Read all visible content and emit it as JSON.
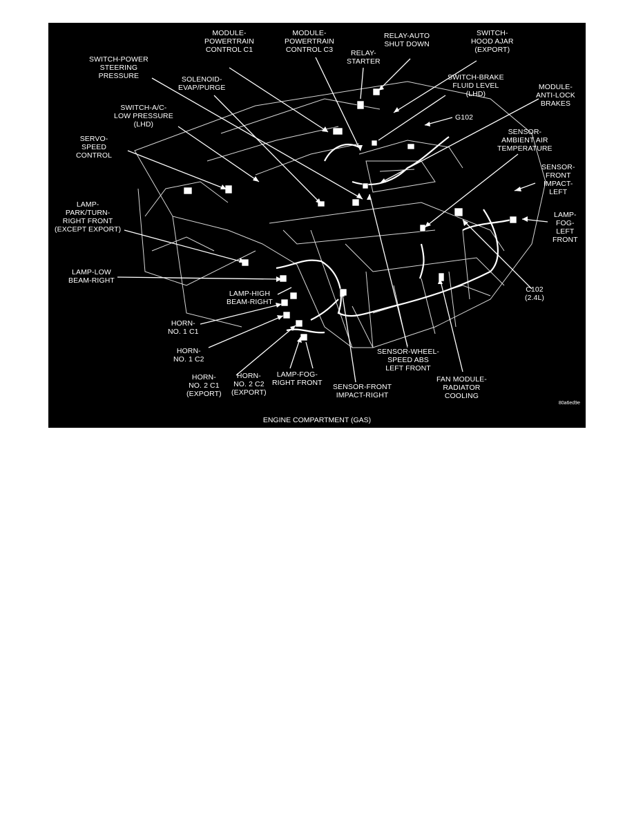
{
  "diagram": {
    "caption": "ENGINE COMPARTMENT (GAS)",
    "figure_id": "80a6ed9e",
    "labels": {
      "module_pcm_c1": "MODULE-\nPOWERTRAIN\nCONTROL C1",
      "module_pcm_c3": "MODULE-\nPOWERTRAIN\nCONTROL C3",
      "relay_starter": "RELAY-\nSTARTER",
      "relay_asd": "RELAY-AUTO\nSHUT DOWN",
      "switch_hood_ajar": "SWITCH-\nHOOD AJAR\n(EXPORT)",
      "switch_ps_pressure": "SWITCH-POWER\nSTEERING\nPRESSURE",
      "solenoid_evap": "SOLENOID-\nEVAP/PURGE",
      "switch_brake_fluid": "SWITCH-BRAKE\nFLUID LEVEL\n(LHD)",
      "module_abs": "MODULE-\nANTI-LOCK\nBRAKES",
      "switch_ac_low": "SWITCH-A/C-\nLOW PRESSURE\n(LHD)",
      "g102": "G102",
      "servo_speed": "SERVO-\nSPEED\nCONTROL",
      "sensor_ambient": "SENSOR-\nAMBIENT AIR\nTEMPERATURE",
      "sensor_front_impact_left": "SENSOR-\nFRONT\nIMPACT-\nLEFT",
      "lamp_park_turn_right": "LAMP-\nPARK/TURN-\nRIGHT FRONT\n(EXCEPT EXPORT)",
      "lamp_fog_left": "LAMP-\nFOG-\nLEFT\nFRONT",
      "lamp_low_beam_right": "LAMP-LOW\nBEAM-RIGHT",
      "lamp_high_beam_right": "LAMP-HIGH\nBEAM-RIGHT",
      "c102": "C102\n(2.4L)",
      "horn_1_c1": "HORN-\nNO. 1 C1",
      "horn_1_c2": "HORN-\nNO. 1 C2",
      "horn_2_c1": "HORN-\nNO. 2 C1\n(EXPORT)",
      "horn_2_c2": "HORN-\nNO. 2 C2\n(EXPORT)",
      "lamp_fog_right": "LAMP-FOG-\nRIGHT FRONT",
      "sensor_front_impact_right": "SENSOR-FRONT\nIMPACT-RIGHT",
      "sensor_wheel_speed": "SENSOR-WHEEL-\nSPEED ABS\nLEFT FRONT",
      "fan_module": "FAN MODULE-\nRADIATOR\nCOOLING"
    }
  }
}
